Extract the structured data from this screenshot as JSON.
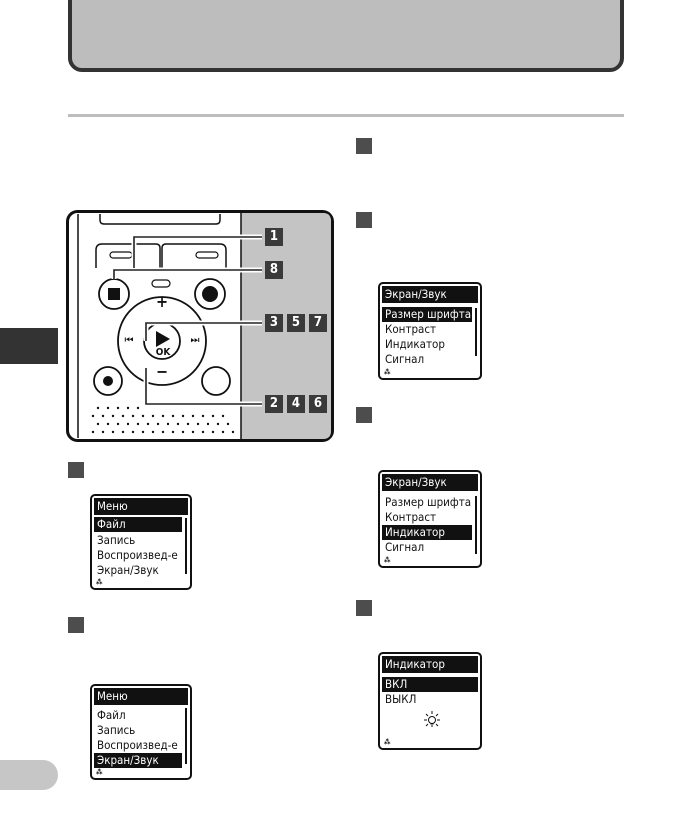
{
  "callouts": {
    "c1": "1",
    "c8": "8",
    "c3": "3",
    "c5": "5",
    "c7": "7",
    "c2": "2",
    "c4": "4",
    "c6": "6"
  },
  "device": {
    "plus_symbol": "+",
    "minus_symbol": "−",
    "ok_label": "OK",
    "prev_symbol": "⏮",
    "next_symbol": "⏭"
  },
  "screen_a": {
    "title": "Меню",
    "items": [
      "Файл",
      "Запись",
      "Воспроизвед-е",
      "Экран/Звук"
    ],
    "selected": 0,
    "footer": "⁂"
  },
  "screen_b": {
    "title": "Меню",
    "items": [
      "Файл",
      "Запись",
      "Воспроизвед-е",
      "Экран/Звук"
    ],
    "selected": 3,
    "footer": "⁂"
  },
  "screen_c": {
    "title": "Экран/Звук",
    "items": [
      "Размер шрифта",
      "Контраст",
      "Индикатор",
      "Сигнал"
    ],
    "selected": 0,
    "footer": "⁂"
  },
  "screen_d": {
    "title": "Экран/Звук",
    "items": [
      "Размер шрифта",
      "Контраст",
      "Индикатор",
      "Сигнал"
    ],
    "selected": 2,
    "footer": "⁂"
  },
  "screen_e": {
    "title": "Индикатор",
    "items": [
      "ВКЛ",
      "ВЫКЛ"
    ],
    "selected": 0,
    "footer": "⁂",
    "icon": "light-on-icon"
  }
}
